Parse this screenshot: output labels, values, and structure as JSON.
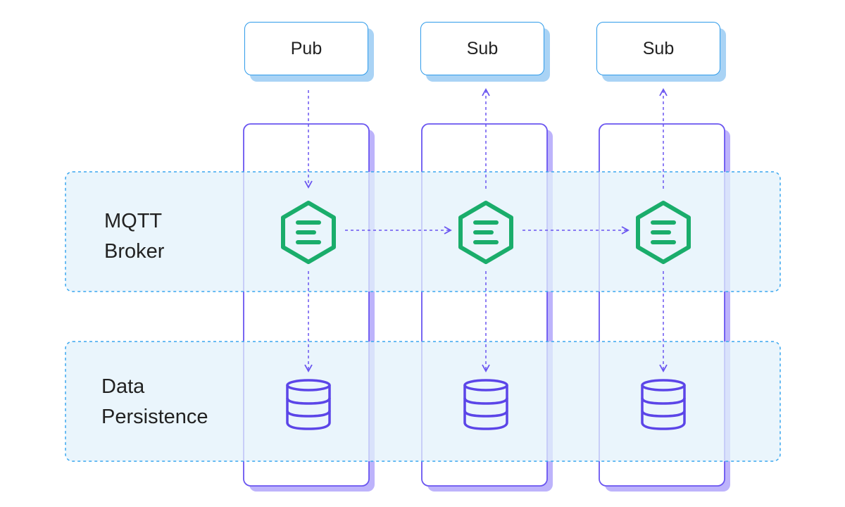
{
  "clients": [
    {
      "label": "Pub",
      "role": "publisher"
    },
    {
      "label": "Sub",
      "role": "subscriber"
    },
    {
      "label": "Sub",
      "role": "subscriber"
    }
  ],
  "layers": [
    {
      "line1": "MQTT",
      "line2": "Broker"
    },
    {
      "line1": "Data",
      "line2": "Persistence"
    }
  ],
  "icons": {
    "broker": "hexagon-broker-icon",
    "storage": "database-icon"
  },
  "colors": {
    "client_border": "#2f9bea",
    "client_shadow": "#a9d3f5",
    "column_border": "#6a55f0",
    "column_shadow": "#bdb3fb",
    "band_fill": "#e8f4fc",
    "band_border": "#3ba7ef",
    "arrow": "#6a55f0",
    "broker_icon": "#1aad6b",
    "database_icon": "#5b45e8"
  }
}
